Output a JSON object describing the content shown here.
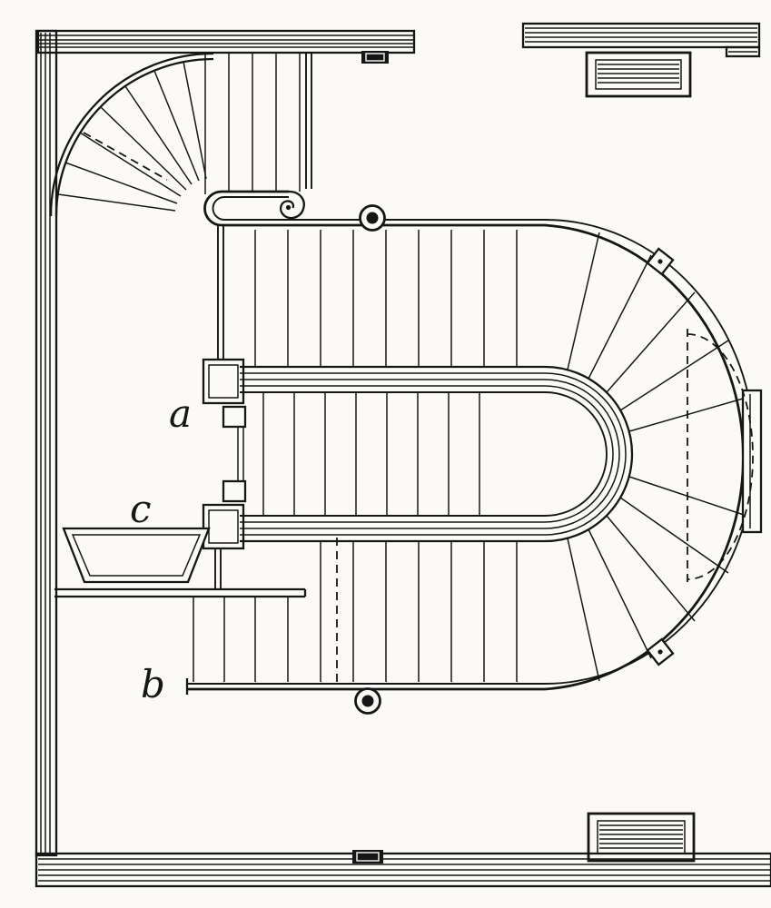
{
  "figure": {
    "labels": {
      "a": "a",
      "b": "b",
      "c": "c"
    },
    "colors": {
      "ink": "#161616",
      "paper": "#fbfaf7"
    }
  }
}
